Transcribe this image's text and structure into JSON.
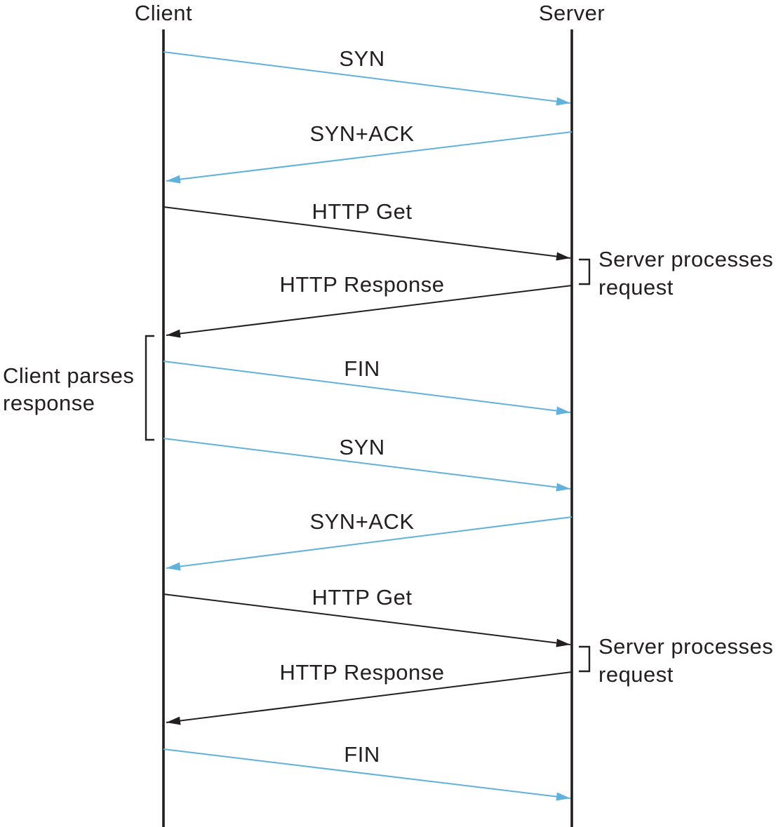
{
  "diagram": {
    "left_actor": "Client",
    "right_actor": "Server",
    "colors": {
      "tcp_arrow": "#60B1DC",
      "http_arrow": "#231F20",
      "text": "#231F20",
      "background": "#FFFFFF"
    },
    "messages": [
      {
        "label": "SYN",
        "from": "client",
        "to": "server",
        "protocol": "tcp"
      },
      {
        "label": "SYN+ACK",
        "from": "server",
        "to": "client",
        "protocol": "tcp"
      },
      {
        "label": "HTTP Get",
        "from": "client",
        "to": "server",
        "protocol": "http"
      },
      {
        "label": "HTTP Response",
        "from": "server",
        "to": "client",
        "protocol": "http"
      },
      {
        "label": "FIN",
        "from": "client",
        "to": "server",
        "protocol": "tcp"
      },
      {
        "label": "SYN",
        "from": "client",
        "to": "server",
        "protocol": "tcp"
      },
      {
        "label": "SYN+ACK",
        "from": "server",
        "to": "client",
        "protocol": "tcp"
      },
      {
        "label": "HTTP Get",
        "from": "client",
        "to": "server",
        "protocol": "http"
      },
      {
        "label": "HTTP Response",
        "from": "server",
        "to": "client",
        "protocol": "http"
      },
      {
        "label": "FIN",
        "from": "client",
        "to": "server",
        "protocol": "tcp"
      }
    ],
    "annotations": [
      {
        "line1": "Server processes",
        "line2": "request",
        "side": "server"
      },
      {
        "line1": "Client parses",
        "line2": "response",
        "side": "client"
      },
      {
        "line1": "Server processes",
        "line2": "request",
        "side": "server"
      }
    ]
  }
}
